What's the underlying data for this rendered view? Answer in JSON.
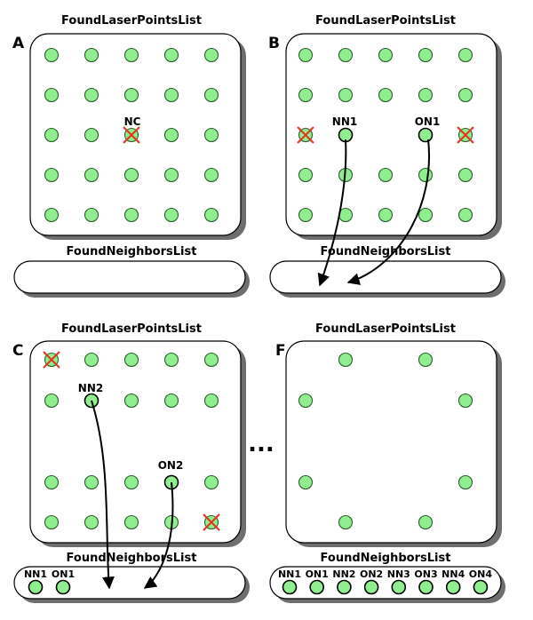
{
  "colors": {
    "point_fill": "#90ee90",
    "point_stroke": "#2e5f2e",
    "cross": "#e2351c",
    "border": "#000000",
    "shadow": "#6e6e6e",
    "background": "#ffffff"
  },
  "panels": {
    "A": {
      "letter": "A",
      "list_title": "FoundLaserPointsList",
      "neighbors_title": "FoundNeighborsList",
      "center_label": "NC"
    },
    "B": {
      "letter": "B",
      "list_title": "FoundLaserPointsList",
      "neighbors_title": "FoundNeighborsList",
      "labels": [
        "NN1",
        "ON1"
      ]
    },
    "C": {
      "letter": "C",
      "list_title": "FoundLaserPointsList",
      "neighbors_title": "FoundNeighborsList",
      "labels": [
        "NN2",
        "ON2"
      ],
      "neighbors": [
        "NN1",
        "ON1"
      ]
    },
    "F": {
      "letter": "F",
      "list_title": "FoundLaserPointsList",
      "neighbors_title": "FoundNeighborsList",
      "neighbors": [
        "NN1",
        "ON1",
        "NN2",
        "ON2",
        "NN3",
        "ON3",
        "NN4",
        "ON4"
      ]
    }
  },
  "ellipsis": "..."
}
